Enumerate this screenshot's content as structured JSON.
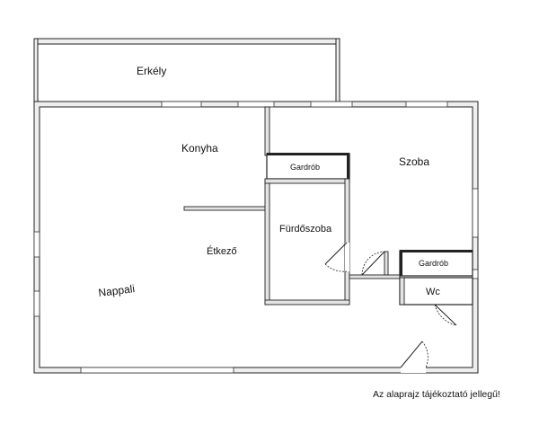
{
  "rooms": {
    "balcony": "Erkély",
    "kitchen": "Konyha",
    "room": "Szoba",
    "wardrobe_top": "Gardrób",
    "bathroom": "Fürdőszoba",
    "dining": "Étkező",
    "living": "Nappali",
    "wardrobe_right": "Gardrób",
    "wc": "Wc"
  },
  "note": "Az alaprajz tájékoztató jellegű!"
}
